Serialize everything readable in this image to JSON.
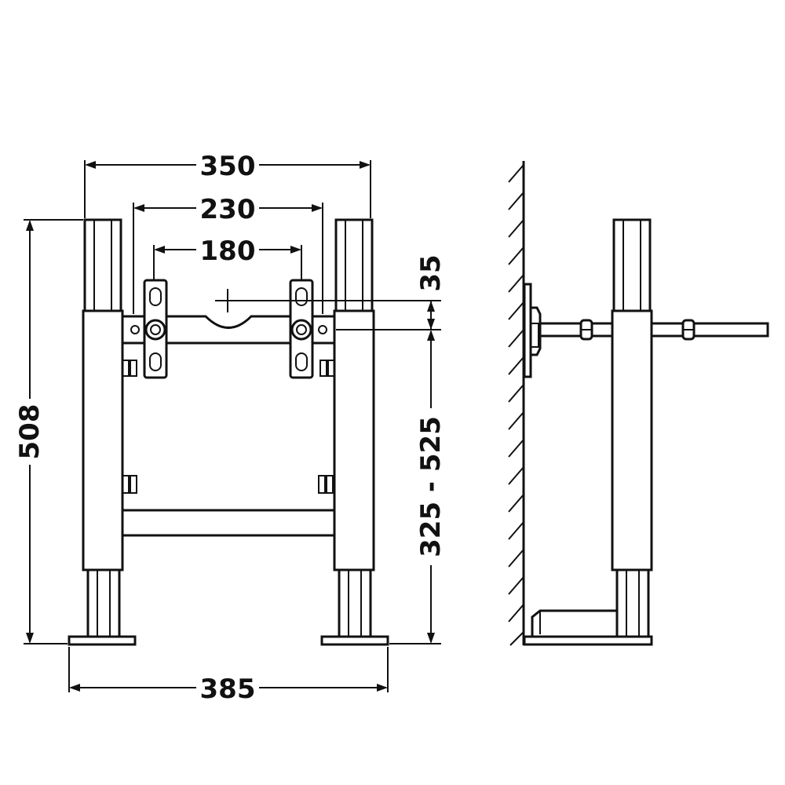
{
  "dimensions": {
    "overall_width": "350",
    "outer_fixing_centres": "230",
    "inner_fixing_centres": "180",
    "height": "508",
    "waste_offset": "35",
    "waste_height_range": "325 - 525",
    "foot_span": "385"
  },
  "colors": {
    "line": "#111111",
    "background": "#ffffff"
  }
}
